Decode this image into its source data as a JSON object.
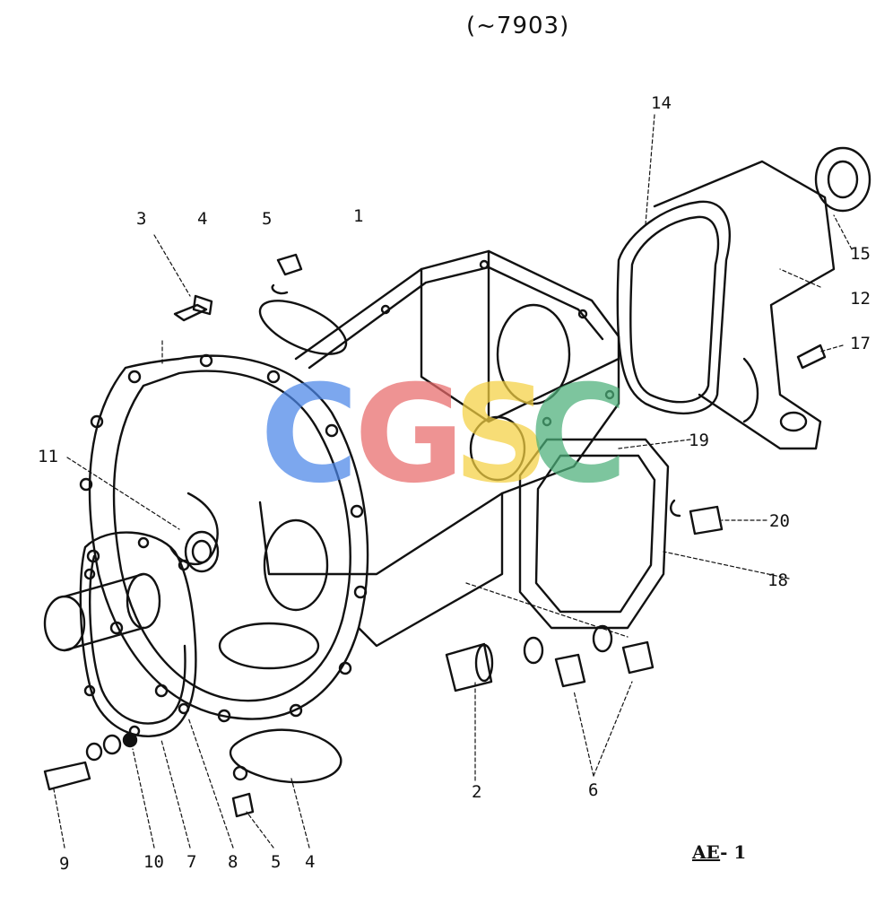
{
  "title": "(~7903)",
  "page_ref": {
    "code": "AE",
    "sep": "-",
    "num": "1"
  },
  "callouts": [
    "1",
    "2",
    "3",
    "4",
    "4",
    "5",
    "5",
    "6",
    "7",
    "8",
    "9",
    "10",
    "11",
    "12",
    "14",
    "15",
    "17",
    "18",
    "19",
    "20"
  ],
  "watermark": {
    "letters": [
      "C",
      "G",
      "S",
      "C"
    ],
    "colors": [
      "#4a86e8",
      "#e86a6a",
      "#f5d142",
      "#4cb07a"
    ]
  },
  "colors": {
    "ink": "#111111",
    "background": "#ffffff"
  }
}
